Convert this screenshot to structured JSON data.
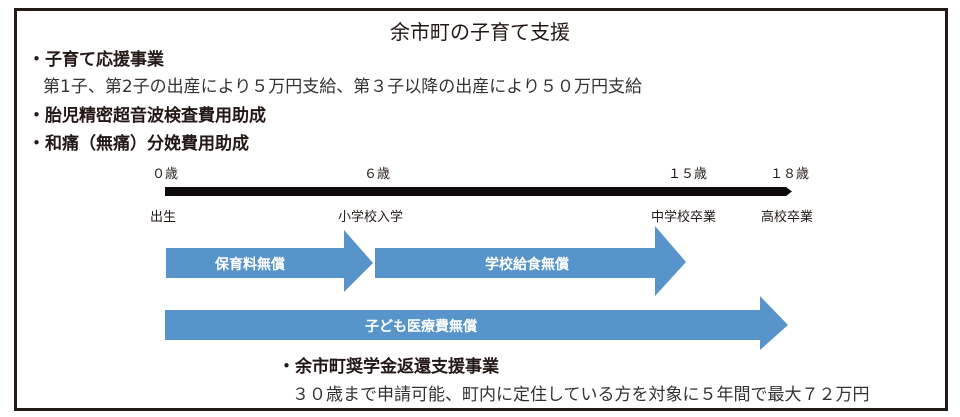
{
  "title": "余市町の子育て支援",
  "sections": [
    {
      "heading": "子育て応援事業",
      "detail": "第1子、第2子の出産により５万円支給、第３子以降の出産により５０万円支給"
    },
    {
      "heading": "胎児精密超音波検査費用助成"
    },
    {
      "heading": "和痛（無痛）分娩費用助成"
    },
    {
      "heading": "余市町奨学金返還支援事業",
      "detail": "３０歳まで申請可能、町内に定住している方を対象に５年間で最大７２万円"
    }
  ],
  "bullet": "・",
  "timeline": {
    "ages": [
      "０歳",
      "６歳",
      "１５歳",
      "１８歳"
    ],
    "milestones": [
      "出生",
      "小学校入学",
      "中学校卒業",
      "高校卒業"
    ]
  },
  "arrows": [
    "保育料無償",
    "学校給食無償",
    "子ども医療費無償"
  ],
  "colors": {
    "arrow": "#5694c9",
    "text": "#231815"
  }
}
